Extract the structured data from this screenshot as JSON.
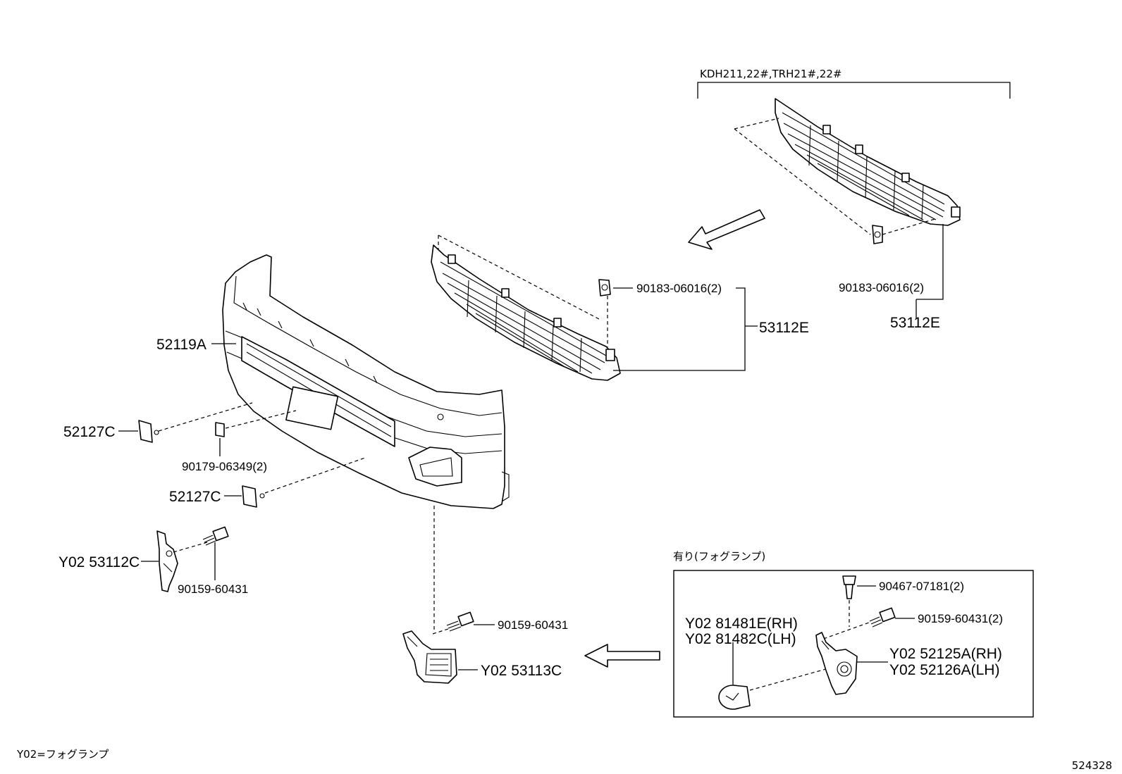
{
  "diagram": {
    "variant_label": "KDH211,22#,TRH21#,22#",
    "fog_option_label": "有り(フォグランプ)",
    "legend_note": "Y02=フォグランプ",
    "figure_number": "524328"
  },
  "parts": {
    "bumper_cover": "52119A",
    "cap_upper": "52127C",
    "clip_plate": "90179-06349(2)",
    "cap_lower": "52127C",
    "bracket_left": "Y02 53112C",
    "bolt_left": "90159-60431",
    "grille_center": "53112E",
    "grille_center_nut": "90183-06016(2)",
    "grille_variant": "53112E",
    "grille_variant_nut": "90183-06016(2)",
    "fog_cover": "Y02 53113C",
    "fog_cover_bolt": "90159-60431",
    "fog_clip": "90467-07181(2)",
    "fog_bolt": "90159-60431(2)",
    "fog_lamp_rh": "Y02 81481E(RH)",
    "fog_lamp_lh": "Y02 81482C(LH)",
    "fog_bracket_rh": "Y02 52125A(RH)",
    "fog_bracket_lh": "Y02 52126A(LH)"
  }
}
